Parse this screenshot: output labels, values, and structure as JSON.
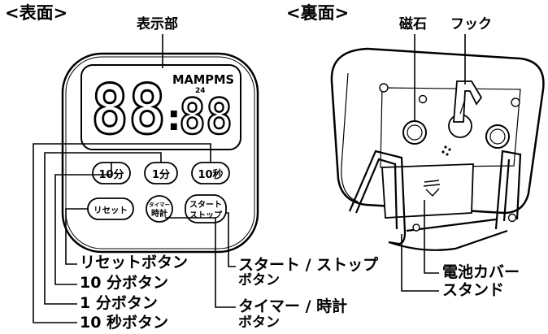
{
  "front": {
    "heading": "<表面>",
    "display_label": "表示部",
    "display": {
      "digits_left": "88",
      "digits_right": "88",
      "colon": ":",
      "indicator": "MAMPMS",
      "indicator_sub": "24"
    },
    "buttons": {
      "min10": "10分",
      "min1": "1分",
      "sec10": "10秒",
      "reset": "リセット",
      "timer_clock_line1": "タイマー",
      "timer_clock_line2": "時計",
      "start_stop_line1": "スタート",
      "start_stop_line2": "ストップ"
    },
    "callouts": {
      "reset": "リセットボタン",
      "min10": "10 分ボタン",
      "min1": "1 分ボタン",
      "sec10": "10 秒ボタン",
      "start_stop_line1": "スタート / ストップ",
      "start_stop_line2": "ボタン",
      "timer_clock_line1": "タイマー / 時計",
      "timer_clock_line2": "ボタン"
    }
  },
  "back": {
    "heading": "<裏面>",
    "magnet": "磁石",
    "hook": "フック",
    "battery_cover": "電池カバー",
    "stand": "スタンド"
  }
}
